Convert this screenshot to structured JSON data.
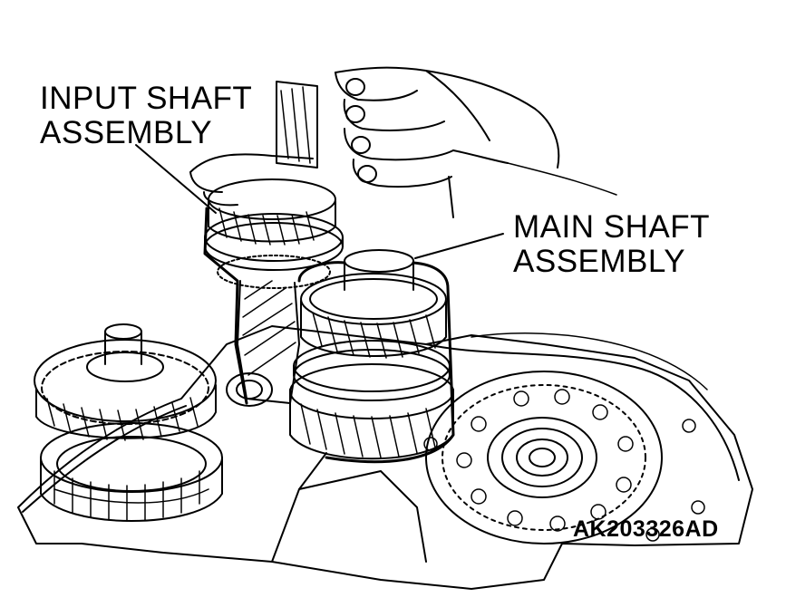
{
  "labels": {
    "input_shaft_line1": "INPUT SHAFT",
    "input_shaft_line2": "ASSEMBLY",
    "main_shaft_line1": "MAIN SHAFT",
    "main_shaft_line2": "ASSEMBLY"
  },
  "figure_id": "AK203326AD",
  "colors": {
    "line": "#000000",
    "background": "#ffffff"
  }
}
